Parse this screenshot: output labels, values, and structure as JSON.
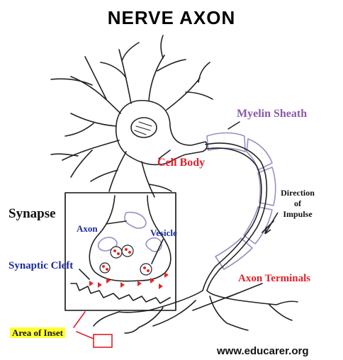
{
  "title": "NERVE  AXON",
  "labels": {
    "myelin_sheath": "Myelin Sheath",
    "cell_body": "Cell Body",
    "direction_1": "Direction",
    "direction_2": "of",
    "direction_3": "Impulse",
    "synapse": "Synapse",
    "axon": "Axon",
    "vesicle": "Vesicle",
    "synaptic_cleft": "Synaptic Cleft",
    "axon_terminals": "Axon Terminals",
    "area_of_inset": "Area of Inset"
  },
  "footer": {
    "url": "www.educarer.org"
  },
  "colors": {
    "red_label": "#e0202a",
    "blue_label": "#1a2a9a",
    "purple_label": "#8a5aa8",
    "highlight": "#ffff33",
    "myelin_outline": "#9c8ec4",
    "vesicle_fill": "#e02a2a"
  }
}
